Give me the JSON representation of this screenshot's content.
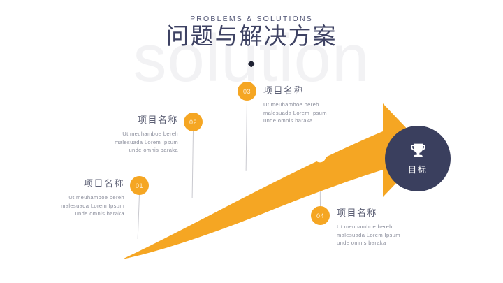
{
  "slide": {
    "watermark": "solution",
    "kicker": "PROBLEMS & SOLUTIONS",
    "title": "问题与解决方案"
  },
  "colors": {
    "accent_orange": "#f5a623",
    "navy": "#3a3f5e",
    "title_text": "#3e4263",
    "body_text": "#8b8e9c",
    "watermark": "#f2f2f4",
    "connector_line": "#c9c9cf",
    "dot_white": "#ffffff"
  },
  "goal": {
    "icon": "trophy-icon",
    "label": "目标"
  },
  "items": [
    {
      "number": "01",
      "title": "项目名称",
      "desc": "Ut meuhamboe bereh\nmalesuada Lorem Ipsum\nunde omnis baraka",
      "align": "right"
    },
    {
      "number": "02",
      "title": "项目名称",
      "desc": "Ut meuhamboe bereh\nmalesuada Lorem Ipsum\nunde omnis baraka",
      "align": "right"
    },
    {
      "number": "03",
      "title": "项目名称",
      "desc": "Ut meuhamboe bereh\nmalesuada Lorem Ipsum\nunde omnis baraka",
      "align": "left"
    },
    {
      "number": "04",
      "title": "项目名称",
      "desc": "Ut meuhamboe bereh\nmalesuada Lorem Ipsum\nunde omnis baraka",
      "align": "left"
    }
  ]
}
